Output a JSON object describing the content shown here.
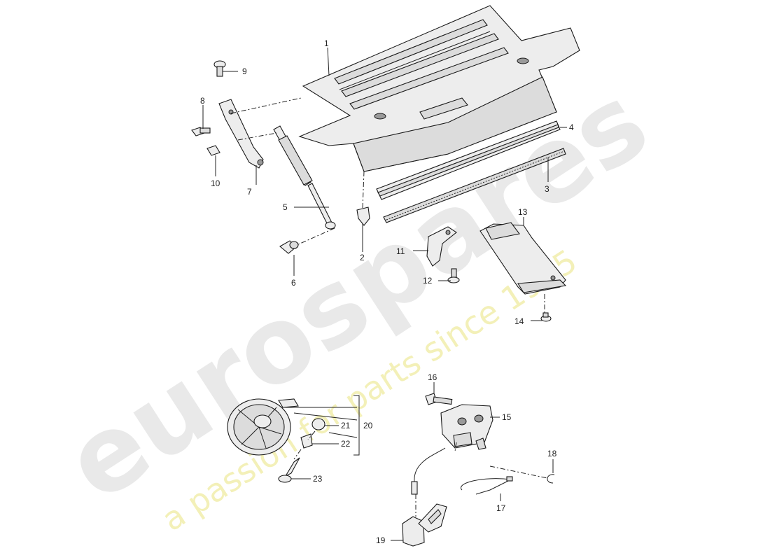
{
  "watermark": {
    "brand": "eurospares",
    "tagline": "a passion for parts since 1985",
    "brand_color": "#e8e8e8",
    "tagline_color": "#f2eeb0"
  },
  "callouts": [
    "1",
    "2",
    "3",
    "4",
    "5",
    "6",
    "7",
    "8",
    "9",
    "10",
    "11",
    "12",
    "13",
    "14",
    "15",
    "16",
    "17",
    "18",
    "19",
    "20",
    "21",
    "22",
    "23"
  ]
}
